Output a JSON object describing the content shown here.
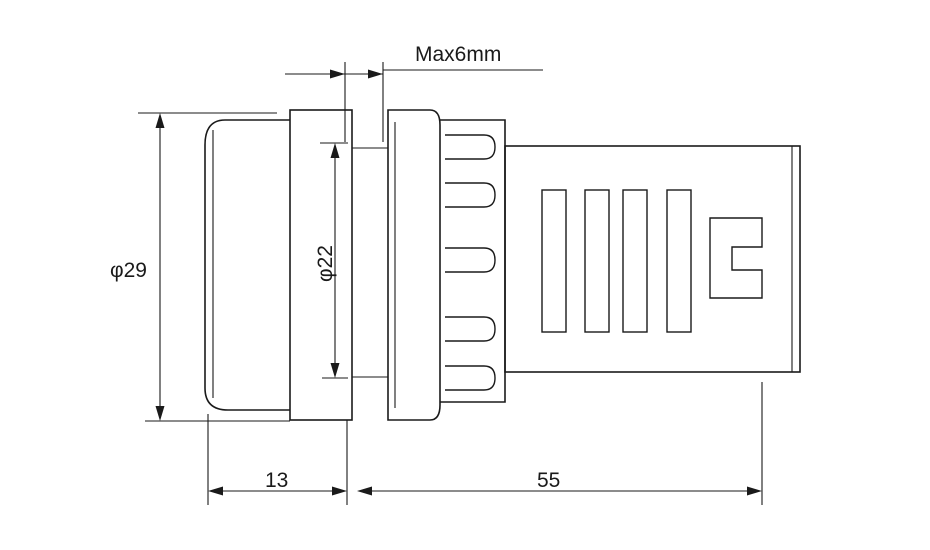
{
  "diagram": {
    "dimensions": {
      "max_panel": "Max6mm",
      "outer_diameter": "φ29",
      "mount_diameter": "φ22",
      "front_length": "13",
      "body_length": "55"
    }
  }
}
